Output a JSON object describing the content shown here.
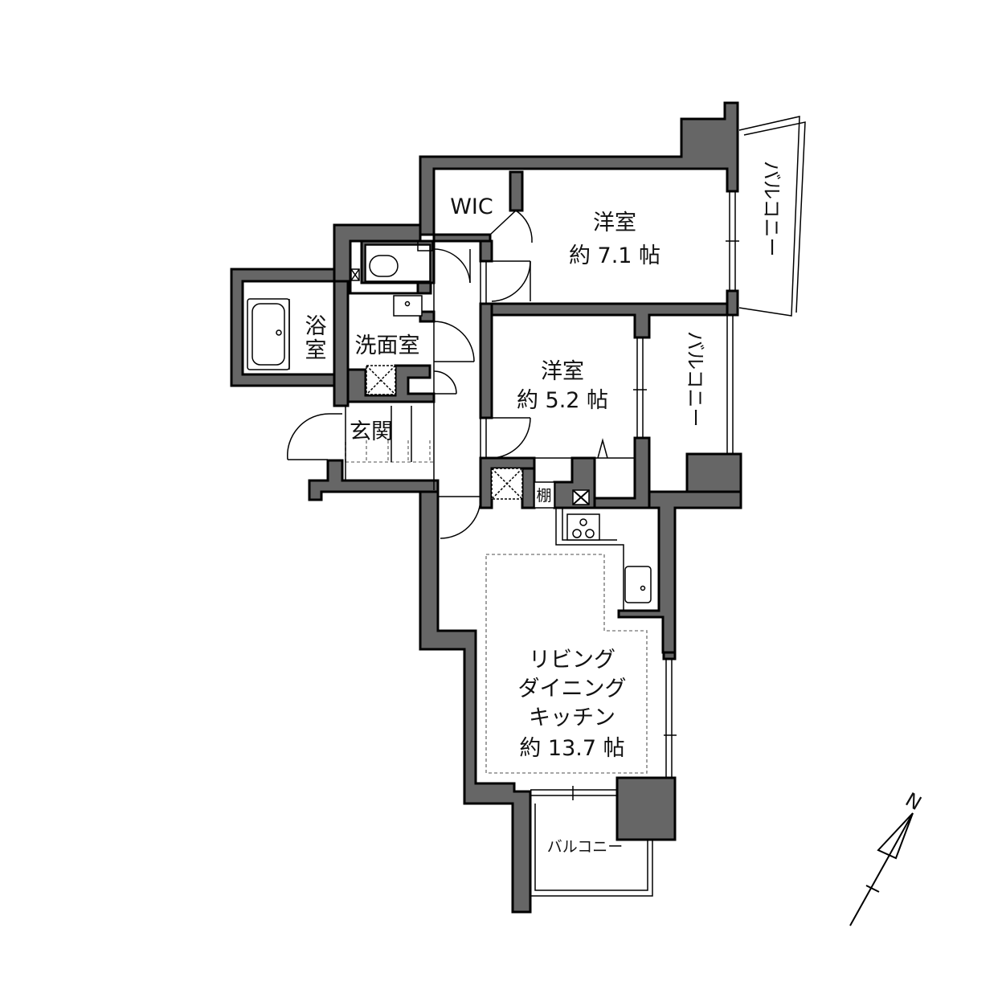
{
  "rooms": {
    "wic": "WIC",
    "bedroom1_name": "洋室",
    "bedroom1_size": "約 7.1 帖",
    "bedroom2_name": "洋室",
    "bedroom2_size": "約 5.2 帖",
    "bath_line1": "浴",
    "bath_line2": "室",
    "washroom": "洗面室",
    "entrance": "玄関",
    "shelf": "棚",
    "ldk_line1": "リビング",
    "ldk_line2": "ダイニング",
    "ldk_line3": "キッチン",
    "ldk_size": "約 13.7 帖"
  },
  "balconies": {
    "north_east": "バルコニー",
    "east": "バルコニー",
    "south": "バルコニー"
  },
  "compass": {
    "north_letter": "N"
  },
  "colors": {
    "wall": "#666666",
    "outline": "#000000",
    "background": "#ffffff",
    "dashed_area": "#8a8a8a"
  }
}
